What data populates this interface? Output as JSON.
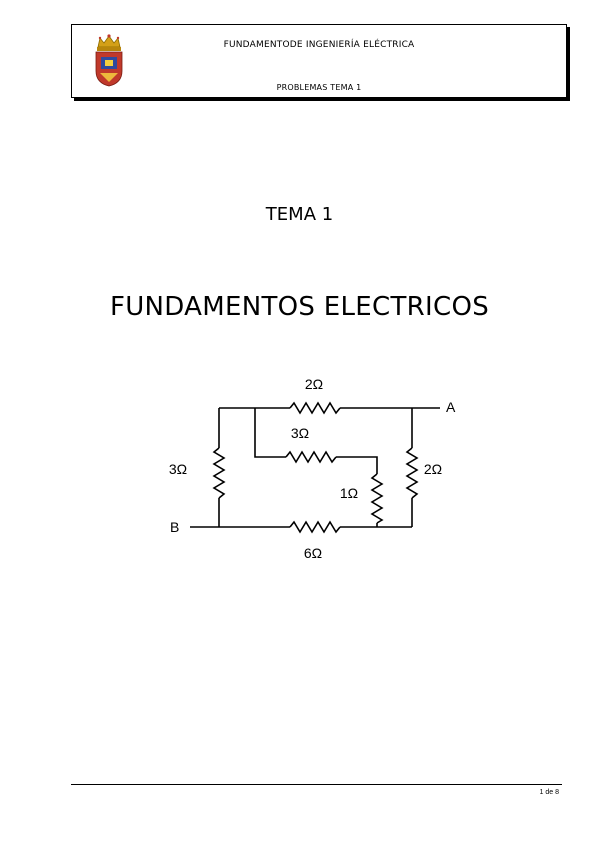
{
  "header": {
    "line1": "FUNDAMENTODE INGENIERÍA ELÉCTRICA",
    "line2": "PROBLEMAS TEMA 1",
    "logo_icon": "university-crest-icon"
  },
  "tema_label": "TEMA 1",
  "main_title": "FUNDAMENTOS ELECTRICOS",
  "circuit": {
    "resistor_top": "2Ω",
    "resistor_inner_top": "3Ω",
    "resistor_left": "3Ω",
    "resistor_inner_vertical": "1Ω",
    "resistor_right": "2Ω",
    "resistor_bottom": "6Ω",
    "terminal_a": "A",
    "terminal_b": "B"
  },
  "footer": {
    "page_number": "1 de 8"
  }
}
